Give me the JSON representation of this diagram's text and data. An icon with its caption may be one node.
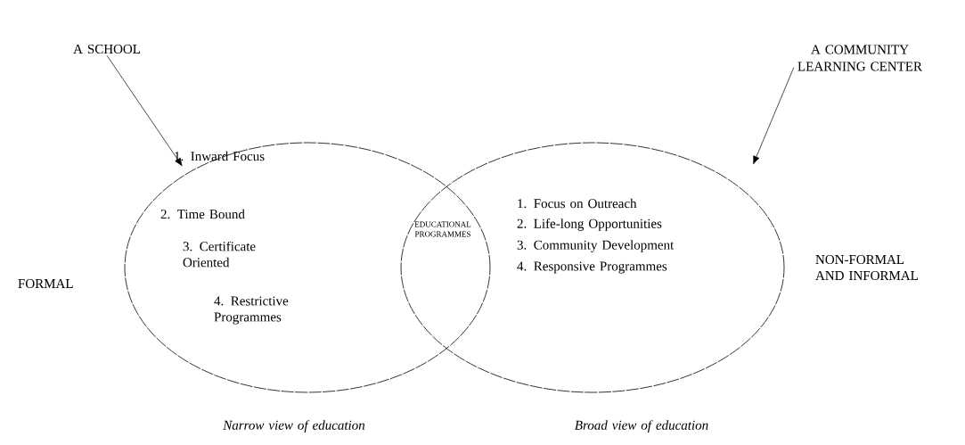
{
  "diagram": {
    "nodes": [
      {
        "text": [
          "A SCHOOL"
        ]
      },
      {
        "text": [
          "1. Inward Focus",
          "2. Time Bound",
          "3. Certificate Oriented",
          "4. Restrictive Programmes"
        ]
      },
      {
        "text": [
          "A COMMUNITY LEARNING CENTER"
        ]
      },
      {
        "text": [
          "1. Focus on Outreach",
          "2. Life-long Opportunities",
          "3. Community Development",
          "4. Responsive Programmes"
        ]
      }
    ],
    "edges": [
      {
        "from": 0,
        "to": 1,
        "arrow": "to"
      },
      {
        "from": 2,
        "to": 3,
        "arrow": "to"
      }
    ],
    "labels": [
      "EDUCATIONAL PROGRAMMES",
      "NON-FORMAL AND INFORMAL",
      "FORMAL",
      "Narrow view of education",
      "Broad view of education"
    ]
  }
}
